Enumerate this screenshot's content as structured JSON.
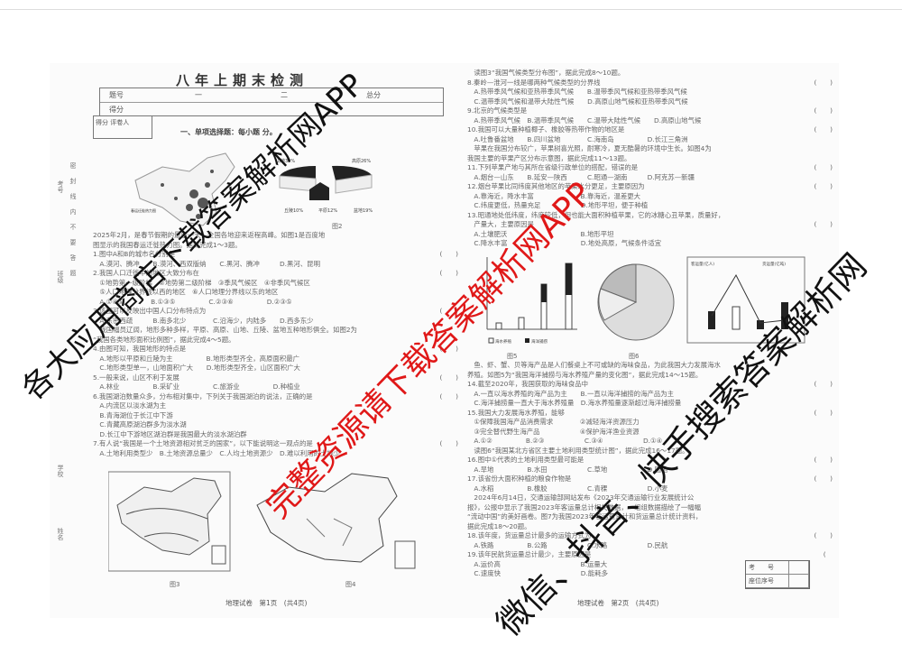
{
  "exam_title": "八年上期末检测",
  "score_table": {
    "row1": [
      "题号",
      "一",
      "二",
      "总分"
    ],
    "row2": [
      "得分"
    ]
  },
  "grader_box": "得分  评卷人",
  "section_heading": "一、单项选择题：每小题   分。",
  "binding": {
    "seal_text": "密封线内不要答题",
    "labels": [
      "考号",
      "班级",
      "学校",
      "姓名"
    ]
  },
  "left_page": {
    "fig1_label": "春运迁徙热力图",
    "fig2": {
      "caption": "图2",
      "slices": [
        "山地33%",
        "高原26%",
        "丘陵10%",
        "平原12%",
        "盆地19%"
      ]
    },
    "lines": [
      [
        "2025年2月，是春节假期的最后一天，全国各地迎来返程高峰。如图1是百度地",
        ""
      ],
      [
        "图显示的我国春运迁徙热力图。据此完成1～3题。",
        ""
      ],
      [
        "1.图中A和B的城市名分别是",
        "(　　)"
      ],
      [
        "　A.漠河、腾冲　　B.漠河、西双版纳　　C.黑河、腾冲　　　D.黑河、昆明",
        ""
      ],
      [
        "2.我国人口迁徙中的地区大致分布在",
        "(　　)"
      ],
      [
        "　①地势第一级阶梯　②地势第二级阶梯　③季风气候区　④非季风气候区",
        ""
      ],
      [
        "　⑤人口地理分界线以西的地区　⑥人口地理分界线以东的地区",
        ""
      ],
      [
        "　A.①④⑤　　　　B.①③⑤　　　　　C.②③⑥　　　　　D.②③⑤",
        ""
      ],
      [
        "3.该图可以反映出中国人口分布特点为",
        "(　　)"
      ],
      [
        "　A.东密西疏　　　B.南多北少　　　　C.沿海少，内陆多　　D.西多东少",
        ""
      ],
      [
        "　我国幅员辽阔，地形多种多样，平原、高原、山地、丘陵、盆地五种地形俱全。如图2为",
        ""
      ],
      [
        "“我国各类地形面积比例图”，据此完成4～5题。",
        ""
      ],
      [
        "4.由图可知，我国地形的特点是",
        "(　　)"
      ],
      [
        "　A.地形以平原和丘陵为主　　　　　B.地形类型齐全，高原面积最广",
        ""
      ],
      [
        "　C.地形类型单一，山地面积广大　　D.地形类型齐全，山区面积广大",
        ""
      ],
      [
        "5.一般来说，山区不利于发展",
        "(　　)"
      ],
      [
        "　A.林业　　　　　B.采矿业　　　　　C.旅游业　　　　　D.种植业",
        ""
      ],
      [
        "6.我国湖泊数量众多，分布相对集中，下列关于我国湖泊的说法，正确的是",
        "(　　)"
      ],
      [
        "　A.内流区以淡水湖为主",
        ""
      ],
      [
        "　B.青海湖位于长江中下游",
        ""
      ],
      [
        "　C.青藏高原湖泊群多为淡水湖",
        ""
      ],
      [
        "　D.长江中下游地区湖泊群是我国最大的淡水湖泊群",
        ""
      ],
      [
        "7.有人说“我国是一个土地资源相对贫乏的国家”，以下能说明这一观点的是",
        "(　　)"
      ],
      [
        "　A.土地利用类型少　B.土地资源总量少　C.人均土地资源少　D.难以利用的土地少",
        ""
      ]
    ],
    "fig3_caption": "图3",
    "fig4_caption": "图4",
    "footer": "地理试卷　第1页　(共4页)"
  },
  "right_page": {
    "lines_top": [
      [
        "　读图3“我国气候类型分布图”，据此完成8～10题。",
        ""
      ],
      [
        "8.秦岭—淮河一线是哪两种气候类型的分界线",
        "(　　)"
      ],
      [
        "　A.热带季风气候和亚热带季风气候　　B.温带季风气候和亚热带季风气候",
        ""
      ],
      [
        "　C.温带季风气候和温带大陆性气候　　D.高原山地气候和亚热带季风气候",
        ""
      ],
      [
        "9.北京的气候类型是",
        "(　　)"
      ],
      [
        "　A.热带季风气候　B.温带季风气候　　C.温带大陆性气候　　D.高原山地气候",
        ""
      ],
      [
        "10.我国可以大量种植椰子、橡胶等热带作物的地区是",
        "(　　)"
      ],
      [
        "　A.吐鲁番盆地　　B.四川盆地　　　　C.海南岛　　　　　D.长江三角洲",
        ""
      ],
      [
        "　苹果在我国分布较广，苹果树喜光照，耐寒冷，夏无酷暑的环境中生长。如图4为",
        ""
      ],
      [
        "我国主要的苹果产区分布示意图，据此完成11～13题。",
        ""
      ],
      [
        "11.下列苹果产地与其所在省级行政单位的搭配，错误的是",
        "(　　)"
      ],
      [
        "　A.烟台—山东　　B.延安—陕西　　　C.昭通—湖南　　　D.阿克苏—新疆",
        ""
      ],
      [
        "12.烟台苹果比同纬度其他地区的苹果水分更足，主要原因为",
        "(　　)"
      ],
      [
        "　A.靠海近，降水丰富　　　　　　　B.靠海近，温差更大",
        ""
      ],
      [
        "　C.纬度更低，热量充足　　　　　　D.地形平坦，便于种植",
        ""
      ],
      [
        "13.昭通地处低纬度，纬度较低，但也能大面积种植苹果，它的冰糖心丑苹果，质量好，",
        ""
      ],
      [
        "　产量大，主要原因是",
        "(　　)"
      ],
      [
        "　A.土壤肥沃　　　　　　　　　　　B.地形平坦",
        ""
      ],
      [
        "　C.降水丰富　　　　　　　　　　　D.地处高原，气候条件适宜",
        ""
      ]
    ],
    "fig5": {
      "caption": "图5",
      "legend": [
        "海水养殖",
        "海洋捕捞"
      ]
    },
    "fig6": {
      "caption": "图6"
    },
    "fig7": {
      "legend": [
        "客运量(亿人)",
        "货运量(亿吨)"
      ]
    },
    "lines_bottom": [
      [
        "　鱼、虾、蟹、贝等海产品是人们餐桌上不可或缺的海味食品，为此我国大力发展海水",
        ""
      ],
      [
        "养殖。如图5为“我国海洋捕捞与海水养殖产量的变化图”，据此完成14～15题。",
        ""
      ],
      [
        "14.截至2020年，我国获取的海味食品中",
        "(　　)"
      ],
      [
        "　A.一直以海水养殖的海产品为主　　B.一直以海洋捕捞的海产品为主",
        ""
      ],
      [
        "　C.海洋捕捞量一直大于海水养殖量　D.海水养殖量逐渐超过海洋捕捞量",
        ""
      ],
      [
        "15.我国大力发展海水养殖，能够",
        "(　　)"
      ],
      [
        "　①保障我国海产品消费需求　　　　②减轻海洋资源压力",
        ""
      ],
      [
        "　③完全替代野生海产品　　　　　　④保护海洋渔业资源",
        ""
      ],
      [
        "　A.①②　　　　　B.②③　　　　　　C.③④　　　　　　D.①④",
        ""
      ],
      [
        "　读图6“我国某北方省区主要土地利用类型统计图”，据此完成16～17题。",
        ""
      ],
      [
        "16.图中①代表的土地利用类型最可能是",
        "(　　)"
      ],
      [
        "　A.旱地　　　　　B.水田　　　　　　C.草地　　　　　　D.园地",
        ""
      ],
      [
        "17.该省份大面积种植的粮食作物是",
        "(　　)"
      ],
      [
        "　A.水稻　　　　　B.橡胶　　　　　　C.青稞　　　　　　D.小麦",
        ""
      ],
      [
        "　2024年6月14日，交通运输部网站发布《2023年交通运输行业发展统计公",
        ""
      ],
      [
        "报》，公报中显示了我国2023年客运量总计相关数据，一组组数据描绘了一幅幅",
        ""
      ],
      [
        "“流动中国”的美好画卷。图7为我国2023年客运量总计和货运量总计统计资料，",
        ""
      ],
      [
        "据此完成18～20题。",
        ""
      ],
      [
        "18.该年度，货运量总计最多的运输方式为",
        "(　　)"
      ],
      [
        "　A.铁路　　　　　B.公路　　　　　　C.水路　　　　　　D.民航",
        ""
      ],
      [
        "19.该年民航货运量总计最少，主要原因是",
        "(　"
      ],
      [
        "　A.运价高　　　　　　　　　　　　B.运量大",
        ""
      ],
      [
        "　C.速度快　　　　　　　　　　　　D.能耗多",
        ""
      ]
    ],
    "seat_box": {
      "row1": "考　　号",
      "row2": "座位序号"
    },
    "footer": "地理试卷　第2页　(共4页)"
  },
  "watermarks": {
    "black_1": "各大应用商店下载答案解析网APP",
    "red": "完整资源请下载答案解析网APP",
    "black_2": "微信、抖音、快手搜索答案解析网",
    "red_color": "#e01818"
  }
}
